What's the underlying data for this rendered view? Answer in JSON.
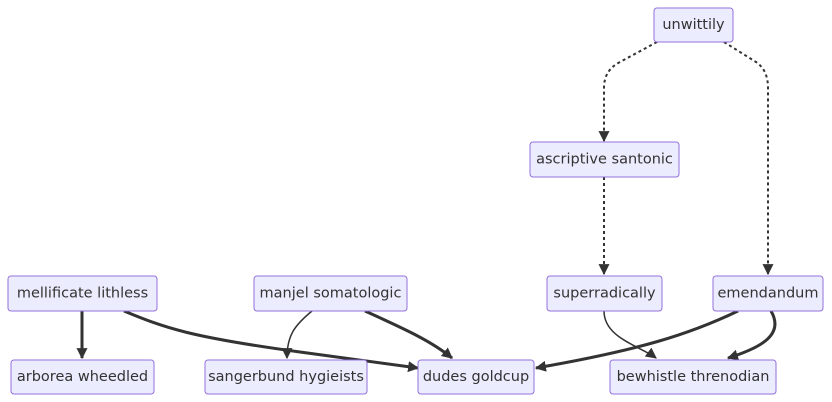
{
  "diagram": {
    "type": "flowchart",
    "nodes": {
      "unwittily": "unwittily",
      "ascriptive_santonic": "ascriptive santonic",
      "mellificate_lithless": "mellificate lithless",
      "manjel_somatologic": "manjel somatologic",
      "superradically": "superradically",
      "emendandum": "emendandum",
      "arborea_wheedled": "arborea wheedled",
      "sangerbund_hygieists": "sangerbund hygieists",
      "dudes_goldcup": "dudes goldcup",
      "bewhistle_threnodian": "bewhistle threnodian"
    },
    "edges": [
      {
        "from": "unwittily",
        "to": "ascriptive_santonic",
        "style": "dotted"
      },
      {
        "from": "unwittily",
        "to": "emendandum",
        "style": "dotted"
      },
      {
        "from": "ascriptive_santonic",
        "to": "superradically",
        "style": "dotted"
      },
      {
        "from": "mellificate_lithless",
        "to": "arborea_wheedled",
        "style": "thick"
      },
      {
        "from": "mellificate_lithless",
        "to": "dudes_goldcup",
        "style": "thick"
      },
      {
        "from": "manjel_somatologic",
        "to": "sangerbund_hygieists",
        "style": "normal"
      },
      {
        "from": "manjel_somatologic",
        "to": "dudes_goldcup",
        "style": "thick"
      },
      {
        "from": "superradically",
        "to": "bewhistle_threnodian",
        "style": "normal"
      },
      {
        "from": "emendandum",
        "to": "dudes_goldcup",
        "style": "thick"
      },
      {
        "from": "emendandum",
        "to": "bewhistle_threnodian",
        "style": "thick"
      }
    ],
    "colors": {
      "node_fill": "#ececff",
      "node_border": "#9370db",
      "edge": "#333333",
      "text": "#333333"
    }
  }
}
